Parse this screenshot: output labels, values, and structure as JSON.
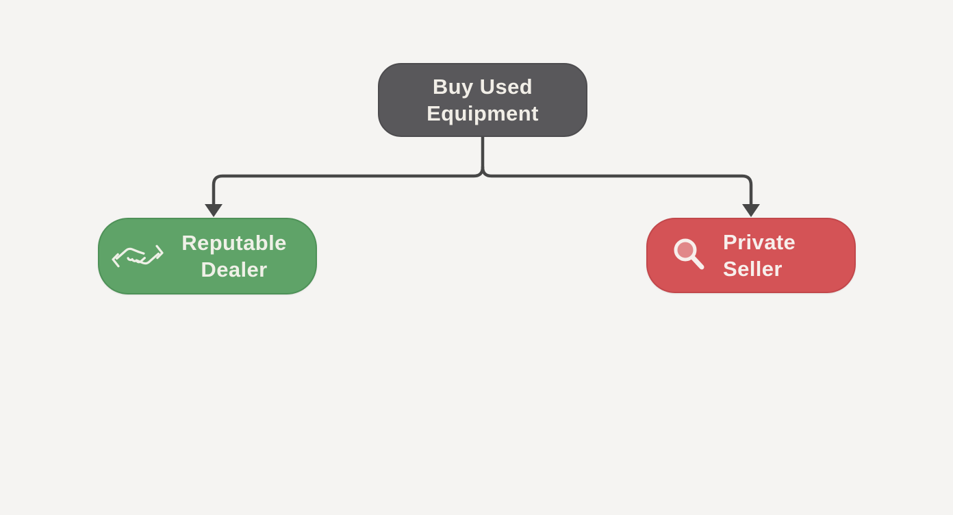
{
  "diagram": {
    "background_color": "#f5f4f2",
    "connector_color": "#474747",
    "nodes": {
      "root": {
        "line1": "Buy Used",
        "line2": "Equipment",
        "fill_color": "#59585b",
        "text_color": "#f1eee7"
      },
      "dealer": {
        "line1": "Reputable",
        "line2": "Dealer",
        "fill_color": "#5fa368",
        "border_color": "#4e9158",
        "text_color": "#eff0e7",
        "icon": "handshake-icon"
      },
      "seller": {
        "line1": "Private",
        "line2": "Seller",
        "fill_color": "#d45356",
        "border_color": "#c2474b",
        "text_color": "#f7efec",
        "icon": "magnifier-icon"
      }
    },
    "edges": [
      {
        "from": "root",
        "to": "dealer"
      },
      {
        "from": "root",
        "to": "seller"
      }
    ]
  }
}
